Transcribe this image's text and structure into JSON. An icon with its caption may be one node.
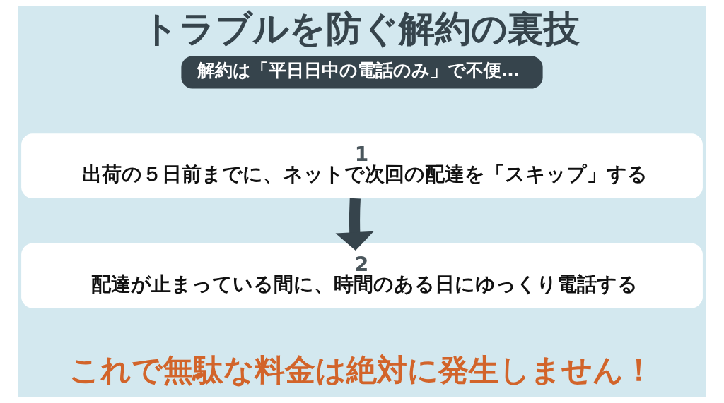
{
  "diagram": {
    "title": "トラブルを防ぐ解約の裏技",
    "nodes": [
      {
        "text": [
          "解約は「平日日中の電話のみ」で不便…"
        ]
      },
      {
        "text": [
          "1",
          "出荷の５日前までに、ネットで次回の配達を「スキップ」する"
        ]
      },
      {
        "text": [
          "2",
          "配達が止まっている間に、時間のある日にゆっくり電話する"
        ]
      }
    ],
    "edges": [
      {
        "from": 1,
        "to": 2,
        "arrow": "to"
      }
    ],
    "labels": [
      "これで無駄な料金は絶対に発生しません！"
    ]
  }
}
